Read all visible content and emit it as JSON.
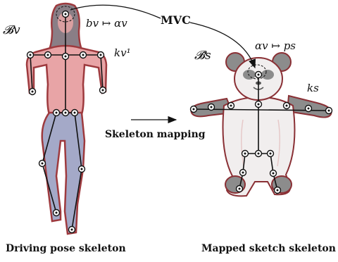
{
  "labels": {
    "human_shape": "𝓑v",
    "human_map": "bv ↦ αv",
    "human_k": "kv¹",
    "mvc": "MVC",
    "skeleton_mapping": "Skeleton mapping",
    "sketch_shape": "𝓑̃s",
    "sketch_map": "αv ↦ ps",
    "sketch_k": "ks",
    "caption_left": "Driving pose skeleton",
    "caption_right": "Mapped sketch  skeleton"
  },
  "colors": {
    "human_fill": "#e8a4a6",
    "human_legs": "#a4a9c8",
    "human_outline": "#9e3a3e",
    "sketch_body": "#f1eeee",
    "sketch_grey": "#8c8c8c",
    "sketch_outline": "#8a3035",
    "bone": "#111111"
  }
}
